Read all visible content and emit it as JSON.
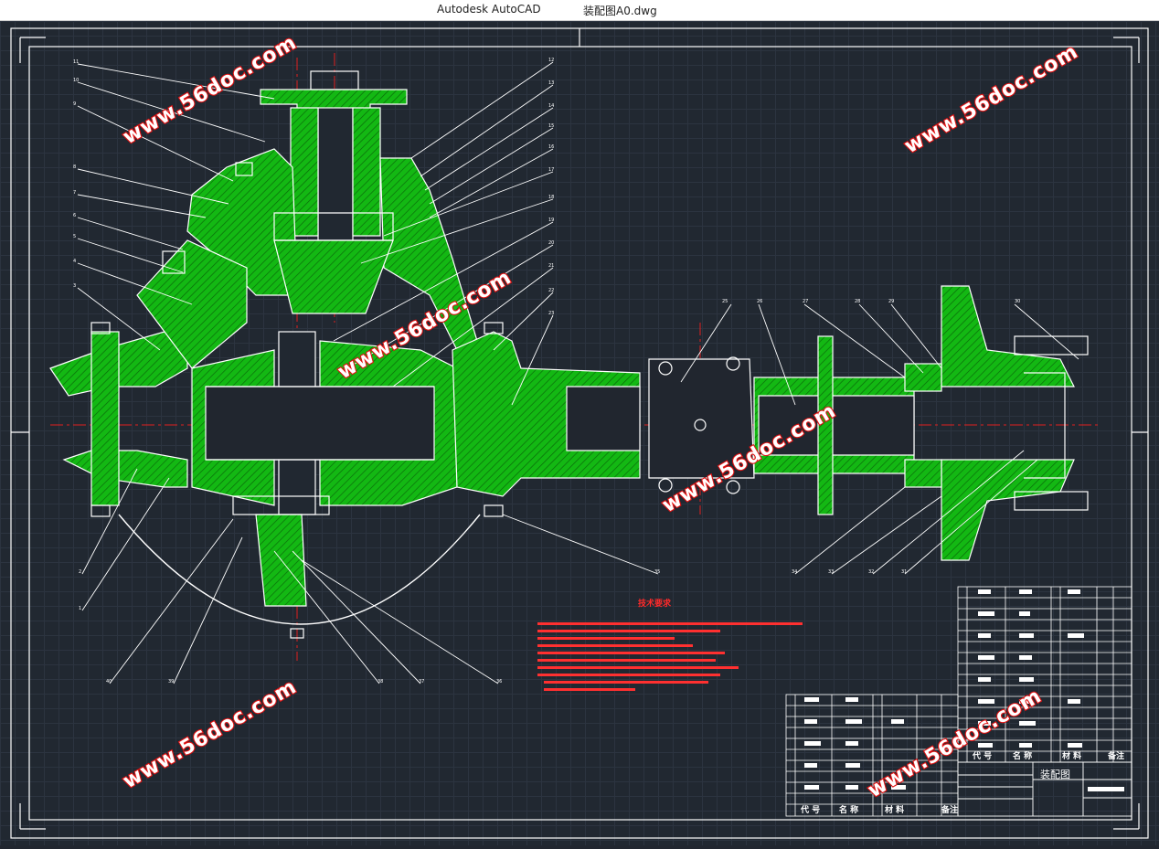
{
  "window": {
    "app_name": "Autodesk AutoCAD",
    "document_name": "装配图A0.dwg"
  },
  "drawing": {
    "tech_req_title": "技术要求",
    "watermark": "www.56doc.com",
    "title_block": {
      "drawing_title": "装配图",
      "headers": [
        "代 号",
        "名 称",
        "材 料",
        "备注"
      ]
    }
  },
  "colors": {
    "background": "#212831",
    "section_fill": "#13b813",
    "outline": "#ffffff",
    "center_line": "#e02020",
    "watermark": "#e01010"
  }
}
